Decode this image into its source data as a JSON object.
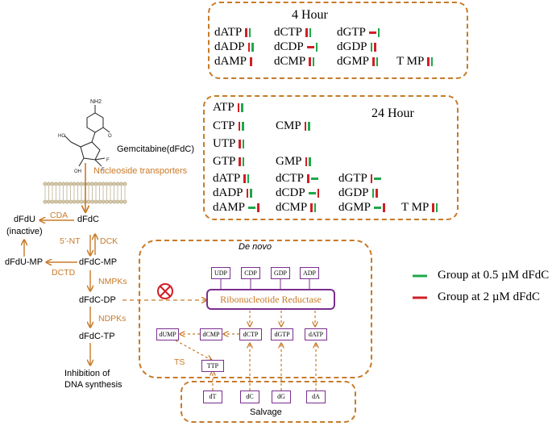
{
  "hour4": {
    "title": "4 Hour",
    "rows": [
      [
        {
          "label": "dATP",
          "marks": [
            "r",
            "g"
          ]
        },
        {
          "label": "dCTP",
          "marks": [
            "r",
            "g"
          ]
        },
        {
          "label": "dGTP",
          "marks": [
            "rh",
            "g"
          ]
        }
      ],
      [
        {
          "label": "dADP",
          "marks": [
            "r",
            "g"
          ]
        },
        {
          "label": "dCDP",
          "marks": [
            "rh",
            "g"
          ]
        },
        {
          "label": "dGDP",
          "marks": [
            "g",
            "r"
          ]
        }
      ],
      [
        {
          "label": "dAMP",
          "marks": [
            "r"
          ]
        },
        {
          "label": "dCMP",
          "marks": [
            "r",
            "g"
          ]
        },
        {
          "label": "dGMP",
          "marks": [
            "r",
            "g"
          ]
        },
        {
          "label": "T MP",
          "marks": [
            "r",
            "g"
          ]
        }
      ]
    ]
  },
  "hour24": {
    "title": "24 Hour",
    "items": [
      {
        "label": "ATP",
        "marks": [
          "r",
          "g"
        ]
      },
      {
        "label": "CTP",
        "marks": [
          "r",
          "g"
        ]
      },
      {
        "label": "CMP",
        "marks": [
          "r",
          "g"
        ]
      },
      {
        "label": "UTP",
        "marks": [
          "r",
          "g"
        ]
      },
      {
        "label": "GTP",
        "marks": [
          "r",
          "g"
        ]
      },
      {
        "label": "GMP",
        "marks": [
          "r",
          "g"
        ]
      },
      {
        "label": "dATP",
        "marks": [
          "r",
          "g"
        ]
      },
      {
        "label": "dCTP",
        "marks": [
          "r",
          "gh"
        ]
      },
      {
        "label": "dGTP",
        "marks": [
          "r",
          "gh"
        ]
      },
      {
        "label": "dADP",
        "marks": [
          "r",
          "g"
        ]
      },
      {
        "label": "dCDP",
        "marks": [
          "gh",
          "r"
        ]
      },
      {
        "label": "dGDP",
        "marks": [
          "g",
          "r"
        ]
      },
      {
        "label": "dAMP",
        "marks": [
          "gh",
          "r"
        ]
      },
      {
        "label": "dCMP",
        "marks": [
          "r",
          "g"
        ]
      },
      {
        "label": "dGMP",
        "marks": [
          "gh",
          "r"
        ]
      },
      {
        "label": "T MP",
        "marks": [
          "r",
          "g"
        ]
      }
    ]
  },
  "drug_label": "Gemcitabine(dFdC)",
  "transporter_label": "Nucleoside transporters",
  "pathway": {
    "dFdU": "dFdU",
    "inactive": "(inactive)",
    "dFdC": "dFdC",
    "cda": "CDA",
    "nt5": "5’-NT",
    "dck": "DCK",
    "dFdU_MP": "dFdU-MP",
    "dFdC_MP": "dFdC-MP",
    "dctd": "DCTD",
    "nmpks": "NMPKs",
    "dFdC_DP": "dFdC-DP",
    "ndpks": "NDPKs",
    "dFdC_TP": "dFdC-TP",
    "inhibition_1": "Inhibition of",
    "inhibition_2": "DNA synthesis"
  },
  "denovo": {
    "title": "De novo",
    "diphosphates": [
      "UDP",
      "CDP",
      "GDP",
      "ADP"
    ],
    "enzyme": "Ribonucleotide Reductase",
    "products": [
      "dUMP",
      "dCMP",
      "dCTP",
      "dGTP",
      "dATP"
    ],
    "ts": "TS",
    "ttp": "TTP"
  },
  "salvage": {
    "title": "Salvage",
    "nucleosides": [
      "dT",
      "dC",
      "dG",
      "dA"
    ]
  },
  "legend": {
    "green_label": "Group at 0.5 µM dFdC",
    "red_label": "Group at 2 µM dFdC"
  },
  "colors": {
    "accent_orange": "#c87a28",
    "enzyme_purple": "#7a2e8e",
    "green": "#1fa84a",
    "red": "#d11f26",
    "inhibit_red": "#d11f26"
  }
}
